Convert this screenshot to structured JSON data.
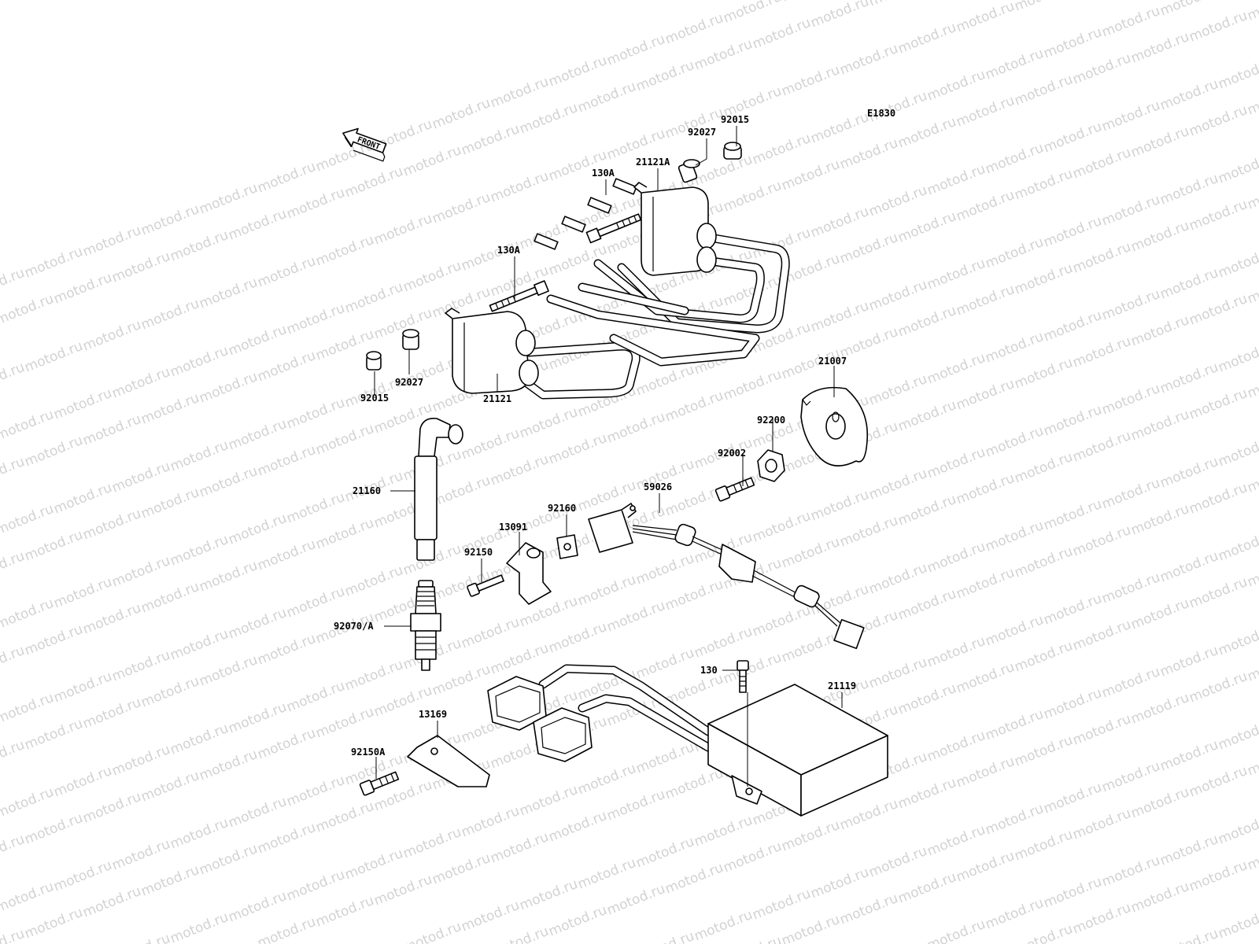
{
  "watermark": "motod.ru",
  "diagram_code": "E1830",
  "front_label": "FRONT",
  "labels": {
    "p92015_top": "92015",
    "p92027_top": "92027",
    "p21121A": "21121A",
    "p130A_top": "130A",
    "p130A_mid": "130A",
    "p92027_left": "92027",
    "p92015_left": "92015",
    "p21121": "21121",
    "p21007": "21007",
    "p92200": "92200",
    "p92002": "92002",
    "p21160": "21160",
    "p59026": "59026",
    "p92160": "92160",
    "p13091": "13091",
    "p92150": "92150",
    "p92070A": "92070/A",
    "p130": "130",
    "p21119": "21119",
    "p13169": "13169",
    "p92150A": "92150A"
  },
  "colors": {
    "line": "#000000",
    "watermark": "#d2d2d2",
    "background": "#ffffff"
  }
}
